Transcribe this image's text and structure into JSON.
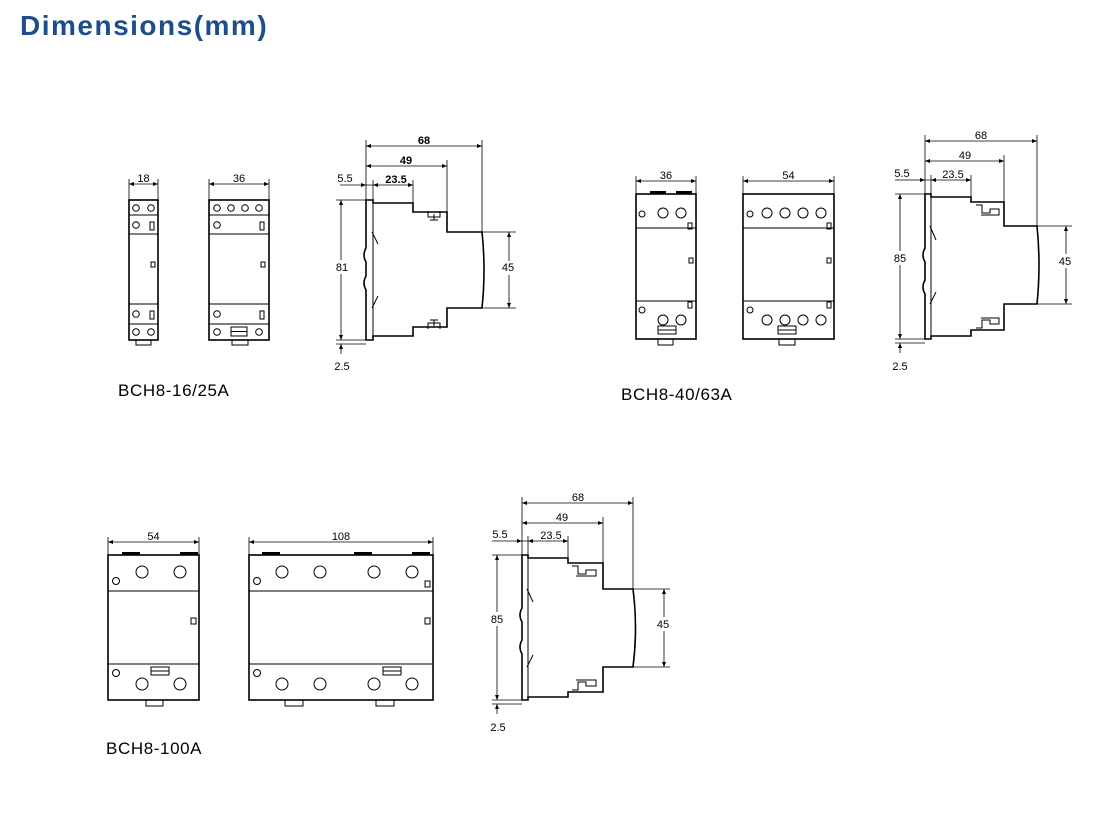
{
  "title": "Dimensions(mm)",
  "groups": [
    {
      "model": "BCH8-16/25A",
      "front_widths": [
        "18",
        "36"
      ],
      "side": {
        "total_depth": "68",
        "depth_mid": "49",
        "depth_inner": "23.5",
        "offset": "5.5",
        "height": "81",
        "face_height": "45",
        "rail_gap": "2.5"
      }
    },
    {
      "model": "BCH8-40/63A",
      "front_widths": [
        "36",
        "54"
      ],
      "side": {
        "total_depth": "68",
        "depth_mid": "49",
        "depth_inner": "23.5",
        "offset": "5.5",
        "height": "85",
        "face_height": "45",
        "rail_gap": "2.5"
      }
    },
    {
      "model": "BCH8-100A",
      "front_widths": [
        "54",
        "108"
      ],
      "side": {
        "total_depth": "68",
        "depth_mid": "49",
        "depth_inner": "23.5",
        "offset": "5.5",
        "height": "85",
        "face_height": "45",
        "rail_gap": "2.5"
      }
    }
  ]
}
